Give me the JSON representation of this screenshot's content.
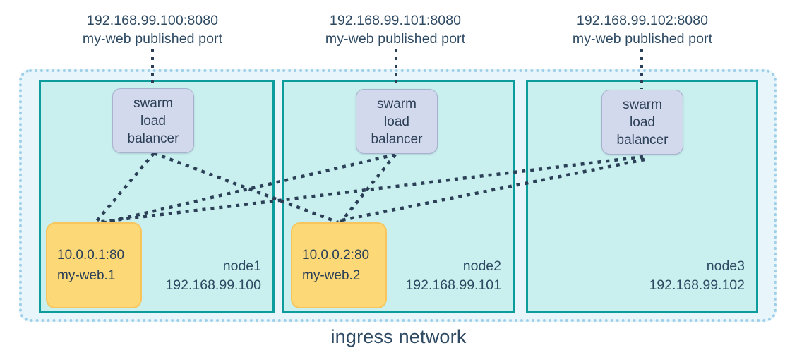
{
  "diagram": {
    "title": "ingress network",
    "colors": {
      "ingress_fill": "#e8f6fc",
      "ingress_border": "#9ecfe8",
      "node_fill": "#c9f0ee",
      "node_border": "#0d9c9c",
      "lb_fill": "#d3d9ec",
      "lb_border": "#a8b2cf",
      "task_fill": "#fdd877",
      "task_border": "#f7c55c",
      "text": "#2e4a63",
      "connector": "#2b3f57"
    }
  },
  "published_ports": [
    {
      "address": "192.168.99.100:8080",
      "description": "my-web published port"
    },
    {
      "address": "192.168.99.101:8080",
      "description": "my-web published port"
    },
    {
      "address": "192.168.99.102:8080",
      "description": "my-web published port"
    }
  ],
  "load_balancers": [
    {
      "line1": "swarm",
      "line2": "load",
      "line3": "balancer"
    },
    {
      "line1": "swarm",
      "line2": "load",
      "line3": "balancer"
    },
    {
      "line1": "swarm",
      "line2": "load",
      "line3": "balancer"
    }
  ],
  "nodes": [
    {
      "name": "node1",
      "ip": "192.168.99.100"
    },
    {
      "name": "node2",
      "ip": "192.168.99.101"
    },
    {
      "name": "node3",
      "ip": "192.168.99.102"
    }
  ],
  "tasks": [
    {
      "address": "10.0.0.1:80",
      "name": "my-web.1"
    },
    {
      "address": "10.0.0.2:80",
      "name": "my-web.2"
    }
  ]
}
